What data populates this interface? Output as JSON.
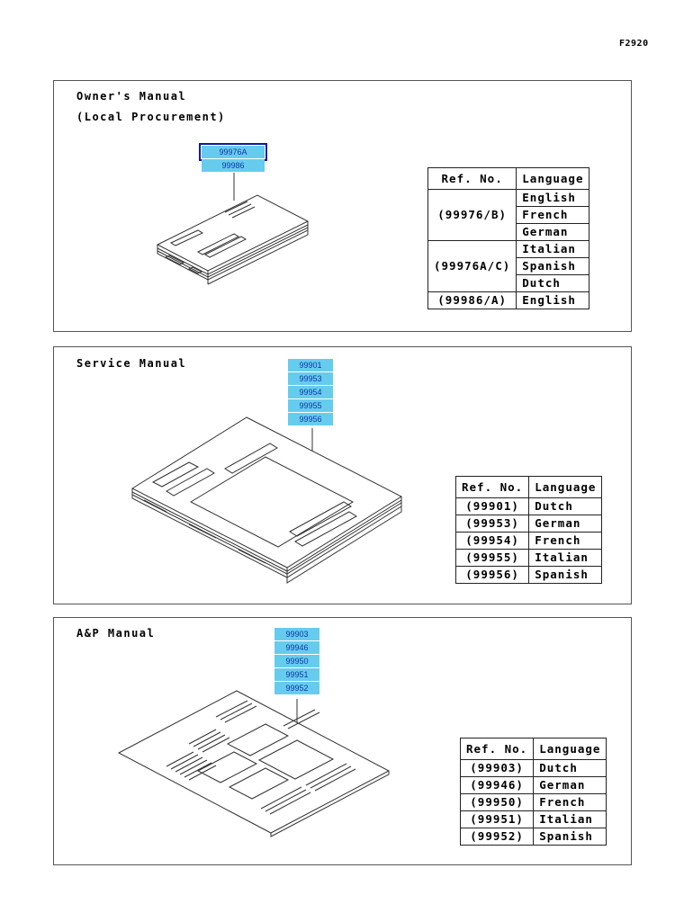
{
  "figure_code": "F2920",
  "panels": [
    {
      "title_line1": "Owner's Manual",
      "title_line2": "(Local Procurement)",
      "parts": [
        "99976A",
        "99986"
      ],
      "selected_part": "99976A",
      "table": {
        "headers": [
          "Ref. No.",
          "Language"
        ],
        "groups": [
          {
            "ref": "(99976/B)",
            "languages": [
              "English",
              "French",
              "German"
            ]
          },
          {
            "ref": "(99976A/C)",
            "languages": [
              "Italian",
              "Spanish",
              "Dutch"
            ]
          },
          {
            "ref": "(99986/A)",
            "languages": [
              "English"
            ]
          }
        ]
      }
    },
    {
      "title_line1": "Service Manual",
      "parts": [
        "99901",
        "99953",
        "99954",
        "99955",
        "99956"
      ],
      "table": {
        "headers": [
          "Ref. No.",
          "Language"
        ],
        "groups": [
          {
            "ref": "(99901)",
            "languages": [
              "Dutch"
            ]
          },
          {
            "ref": "(99953)",
            "languages": [
              "German"
            ]
          },
          {
            "ref": "(99954)",
            "languages": [
              "French"
            ]
          },
          {
            "ref": "(99955)",
            "languages": [
              "Italian"
            ]
          },
          {
            "ref": "(99956)",
            "languages": [
              "Spanish"
            ]
          }
        ]
      }
    },
    {
      "title_line1": "A&P Manual",
      "parts": [
        "99903",
        "99946",
        "99950",
        "99951",
        "99952"
      ],
      "table": {
        "headers": [
          "Ref. No.",
          "Language"
        ],
        "groups": [
          {
            "ref": "(99903)",
            "languages": [
              "Dutch"
            ]
          },
          {
            "ref": "(99946)",
            "languages": [
              "German"
            ]
          },
          {
            "ref": "(99950)",
            "languages": [
              "French"
            ]
          },
          {
            "ref": "(99951)",
            "languages": [
              "Italian"
            ]
          },
          {
            "ref": "(99952)",
            "languages": [
              "Spanish"
            ]
          }
        ]
      }
    }
  ],
  "colors": {
    "part_label_bg": "#66ccee",
    "part_label_text": "#1133aa",
    "selected_outline": "#0a1aa8",
    "line_art": "#333333"
  },
  "icons": [
    "owners-manual-booklet-icon",
    "service-manual-book-icon",
    "ap-manual-sheet-icon"
  ]
}
